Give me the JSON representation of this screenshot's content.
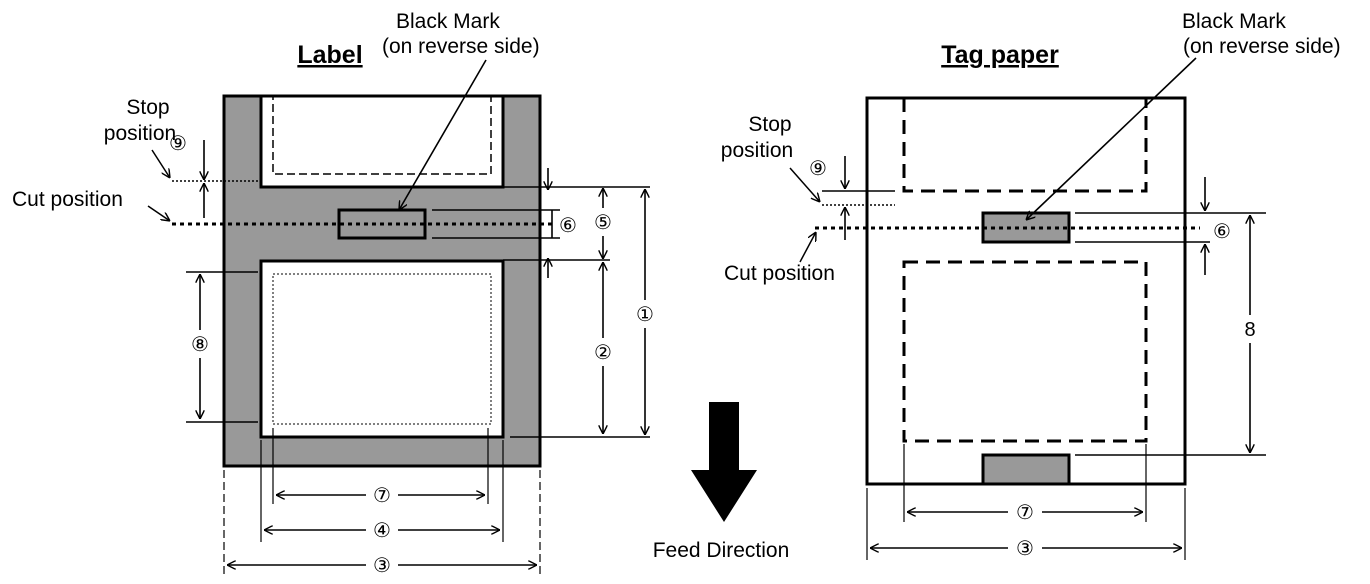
{
  "label_section": {
    "title": "Label",
    "black_mark_title": "Black Mark",
    "black_mark_sub": "(on reverse side)",
    "stop_line1": "Stop",
    "stop_line2": "position",
    "cut_position": "Cut position",
    "dim_1": "①",
    "dim_2": "②",
    "dim_3": "③",
    "dim_4": "④",
    "dim_5": "⑤",
    "dim_6": "⑥",
    "dim_7": "⑦",
    "dim_8": "⑧",
    "dim_9": "⑨"
  },
  "tag_section": {
    "title": "Tag paper",
    "black_mark_title": "Black Mark",
    "black_mark_sub": "(on reverse side)",
    "stop_line1": "Stop",
    "stop_line2": "position",
    "cut_position": "Cut position",
    "dim_3": "③",
    "dim_6": "⑥",
    "dim_7": "⑦",
    "dim_8": "8",
    "dim_9": "⑨"
  },
  "feed_direction": "Feed Direction",
  "colors": {
    "paper_gray": "#999999",
    "mark_gray": "#999999",
    "line": "#000000"
  }
}
